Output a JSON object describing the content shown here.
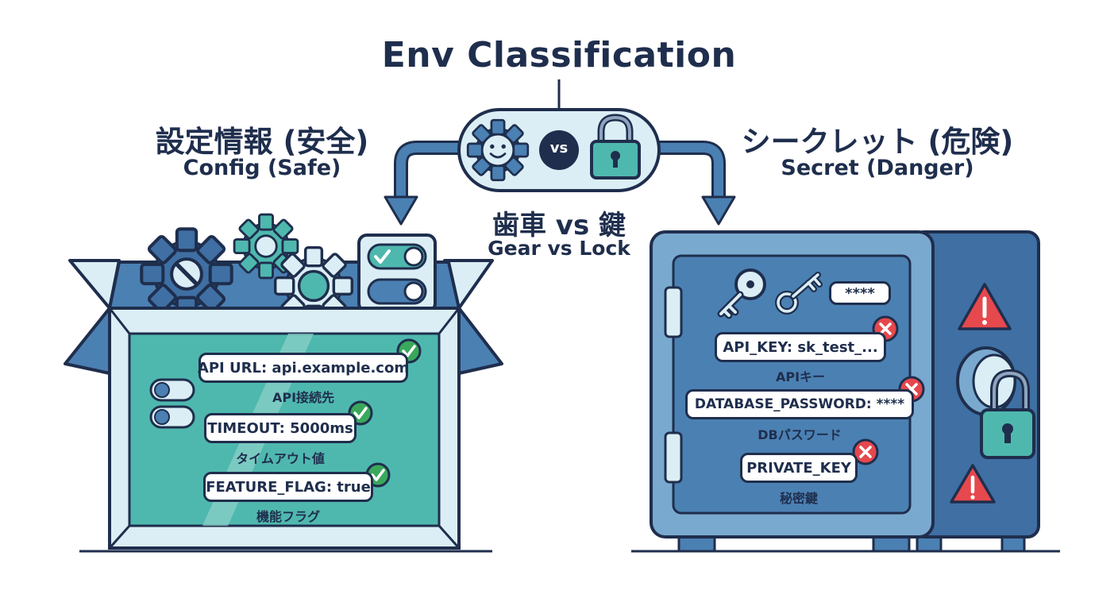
{
  "title": "Env Classification",
  "config": {
    "heading_jp": "設定情報 (安全)",
    "heading_en": "Config (Safe)",
    "items": [
      {
        "label": "API URL: api.example.com",
        "caption": "API接続先"
      },
      {
        "label": "TIMEOUT: 5000ms",
        "caption": "タイムアウト値"
      },
      {
        "label": "FEATURE_FLAG: true",
        "caption": "機能フラグ"
      }
    ]
  },
  "center": {
    "vs": "vs",
    "label_jp": "歯車 vs 鍵",
    "label_en": "Gear vs Lock"
  },
  "secret": {
    "heading_jp": "シークレット (危険)",
    "heading_en": "Secret (Danger)",
    "masked": "****",
    "items": [
      {
        "label": "API_KEY: sk_test_...",
        "caption": "APIキー"
      },
      {
        "label": "DATABASE_PASSWORD: ****",
        "caption": "DBパスワード"
      },
      {
        "label": "PRIVATE_KEY",
        "caption": "秘密鍵"
      }
    ]
  },
  "colors": {
    "ink": "#1f2e4d",
    "teal": "#4fb8ae",
    "box_light": "#dbeef5",
    "safe_blue": "#4b80b3",
    "safe_light": "#7aa9cf",
    "check_green": "#3aa85c",
    "danger_red": "#e5484d"
  }
}
